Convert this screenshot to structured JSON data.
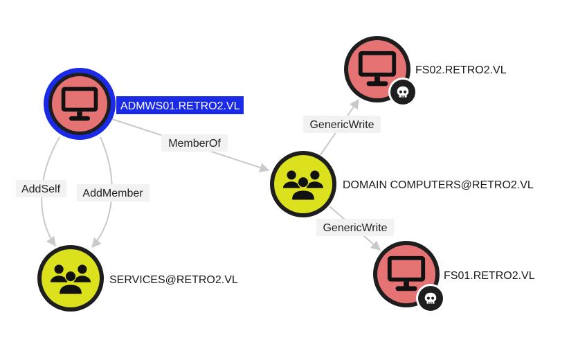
{
  "colors": {
    "computer_fill": "#e57373",
    "group_fill": "#dbe11c",
    "node_border": "#1e1e1e",
    "selected_ring": "#1a2ae6",
    "selected_label_bg": "#1a2ae6",
    "edge": "#c9c9c9",
    "edge_label_bg": "#f2f2f2",
    "badge_fill": "#1e1e1e"
  },
  "nodes": [
    {
      "id": "admws01",
      "label": "ADMWS01.RETRO2.VL",
      "type": "computer",
      "icon": "monitor-icon",
      "selected": true,
      "owned_badge": false
    },
    {
      "id": "fs02",
      "label": "FS02.RETRO2.VL",
      "type": "computer",
      "icon": "monitor-icon",
      "selected": false,
      "owned_badge": true,
      "badge_icon": "skull-icon"
    },
    {
      "id": "domain_computers",
      "label": "DOMAIN COMPUTERS@RETRO2.VL",
      "type": "group",
      "icon": "group-icon",
      "selected": false,
      "owned_badge": false
    },
    {
      "id": "services",
      "label": "SERVICES@RETRO2.VL",
      "type": "group",
      "icon": "group-icon",
      "selected": false,
      "owned_badge": false
    },
    {
      "id": "fs01",
      "label": "FS01.RETRO2.VL",
      "type": "computer",
      "icon": "monitor-icon",
      "selected": false,
      "owned_badge": true,
      "badge_icon": "skull-icon"
    }
  ],
  "edges": [
    {
      "id": "e1",
      "from": "admws01",
      "to": "domain_computers",
      "label": "MemberOf"
    },
    {
      "id": "e2",
      "from": "admws01",
      "to": "services",
      "label": "AddSelf"
    },
    {
      "id": "e3",
      "from": "admws01",
      "to": "services",
      "label": "AddMember"
    },
    {
      "id": "e4",
      "from": "domain_computers",
      "to": "fs02",
      "label": "GenericWrite"
    },
    {
      "id": "e5",
      "from": "domain_computers",
      "to": "fs01",
      "label": "GenericWrite"
    }
  ]
}
